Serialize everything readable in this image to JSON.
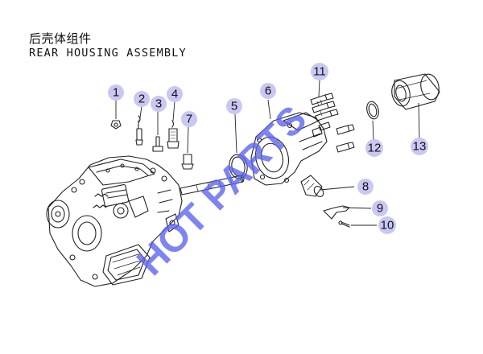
{
  "title": {
    "cn": "后壳体组件",
    "en": "REAR HOUSING ASSEMBLY"
  },
  "watermark": "HOT PARTS",
  "colors": {
    "callout_circle": "#c9c7f3",
    "watermark": "#5a62ee",
    "line_art": "#222222"
  },
  "parts": [
    {
      "num": "1"
    },
    {
      "num": "2"
    },
    {
      "num": "3"
    },
    {
      "num": "4"
    },
    {
      "num": "5"
    },
    {
      "num": "6"
    },
    {
      "num": "7"
    },
    {
      "num": "8"
    },
    {
      "num": "9"
    },
    {
      "num": "10"
    },
    {
      "num": "11"
    },
    {
      "num": "12"
    },
    {
      "num": "13"
    }
  ]
}
